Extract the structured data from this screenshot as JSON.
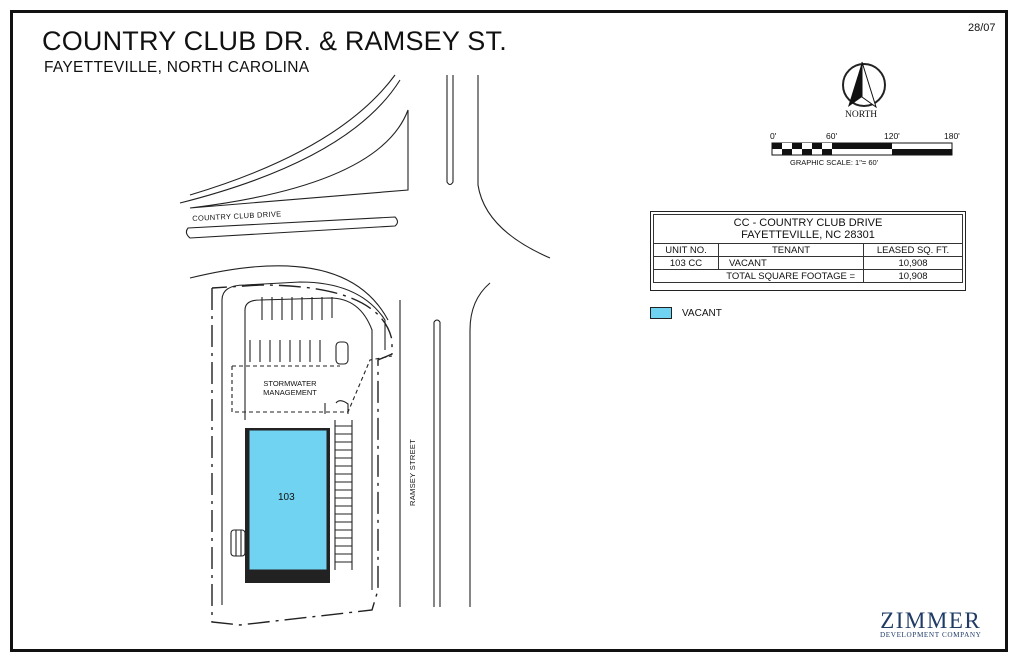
{
  "header": {
    "title": "COUNTRY CLUB DR. & RAMSEY ST.",
    "subtitle": "FAYETTEVILLE, NORTH CAROLINA",
    "date": "28/07"
  },
  "compass": {
    "label": "NORTH"
  },
  "scale": {
    "ticks": [
      "0'",
      "60'",
      "120'",
      "180'"
    ],
    "caption": "GRAPHIC SCALE: 1\"= 60'"
  },
  "table": {
    "title_line1": "CC - COUNTRY CLUB DRIVE",
    "title_line2": "FAYETTEVILLE, NC 28301",
    "columns": [
      "UNIT NO.",
      "TENANT",
      "LEASED SQ. FT."
    ],
    "rows": [
      {
        "unit": "103 CC",
        "tenant": "VACANT",
        "sqft": "10,908"
      }
    ],
    "total_label": "TOTAL SQUARE FOOTAGE =",
    "total_value": "10,908"
  },
  "legend": {
    "label": "VACANT",
    "color": "#6fd3f1"
  },
  "map": {
    "road_country_club": "COUNTRY CLUB DRIVE",
    "road_ramsey": "RAMSEY STREET",
    "stormwater_line1": "STORMWATER",
    "stormwater_line2": "MANAGEMENT",
    "unit_label": "103",
    "unit_color": "#6fd3f1"
  },
  "logo": {
    "name": "ZIMMER",
    "tagline": "DEVELOPMENT COMPANY"
  }
}
